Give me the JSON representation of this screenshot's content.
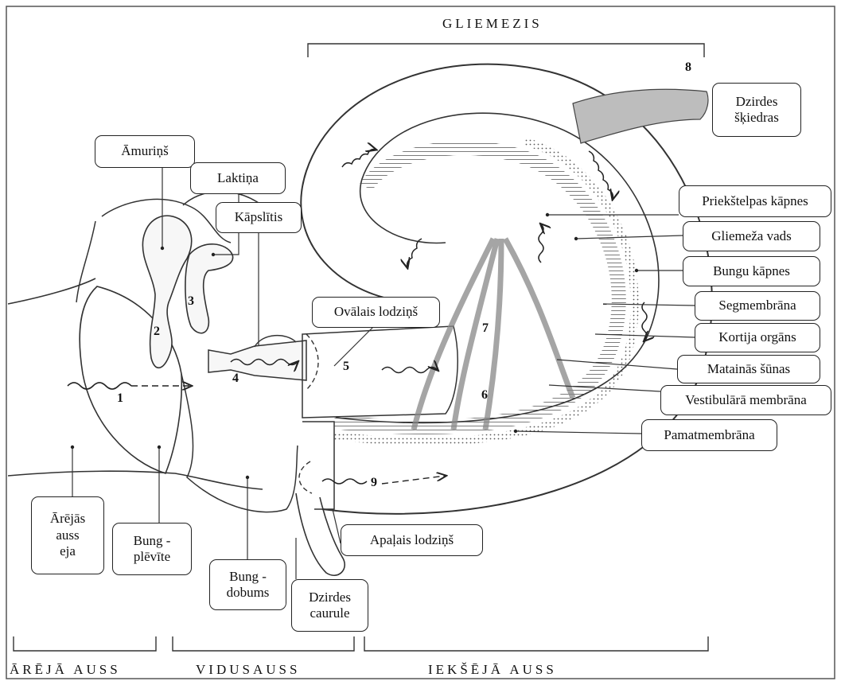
{
  "sections": {
    "cochlea": "GLIEMEZIS",
    "outer_ear": "ĀRĒJĀ AUSS",
    "middle_ear": "VIDUSAUSS",
    "inner_ear": "IEKŠĒJĀ AUSS"
  },
  "labels": {
    "malleus": "Āmuriņš",
    "incus": "Laktiņa",
    "stapes": "Kāpslītis",
    "oval_window": "Ovālais lodziņš",
    "auditory_nerve_fibers": "Dzirdes\nšķiedras",
    "scala_vestibuli": "Priekštelpas kāpnes",
    "cochlear_duct": "Gliemeža vads",
    "scala_tympani": "Bungu kāpnes",
    "tectorial_membrane": "Segmembrāna",
    "organ_of_corti": "Kortija orgāns",
    "hair_cells": "Matainās šūnas",
    "vestibular_membrane": "Vestibulārā membrāna",
    "basilar_membrane": "Pamatmembrāna",
    "ear_canal": "Ārējās\nauss\neja",
    "eardrum": "Bung -\nplēvīte",
    "tympanic_cavity": "Bung -\ndobums",
    "eustachian_tube": "Dzirdes\ncaurule",
    "round_window": "Apaļais lodziņš"
  },
  "numbers": [
    "1",
    "2",
    "3",
    "4",
    "5",
    "6",
    "7",
    "8",
    "9"
  ]
}
